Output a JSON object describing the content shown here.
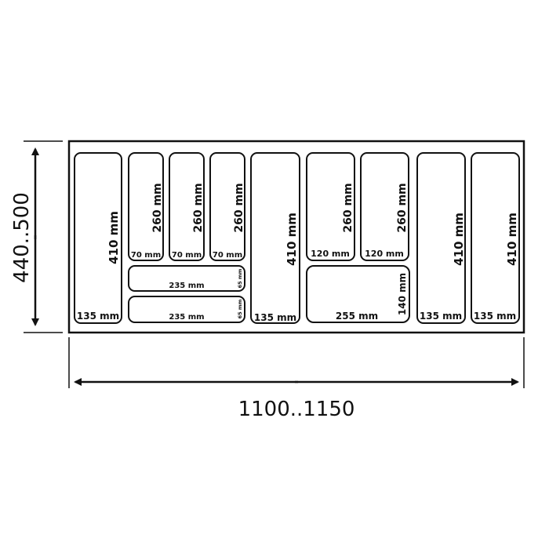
{
  "dimensions": {
    "width": "1100..1150",
    "depth": "440..500"
  },
  "compartments": {
    "left_long": {
      "length": "410 mm",
      "width": "135 mm"
    },
    "small_a": {
      "length": "260 mm",
      "width": "70 mm"
    },
    "small_b": {
      "length": "260 mm",
      "width": "70 mm"
    },
    "small_c": {
      "length": "260 mm",
      "width": "70 mm"
    },
    "horizontal_top": {
      "length": "235 mm",
      "width": "65 mm"
    },
    "horizontal_bottom": {
      "length": "235 mm",
      "width": "65 mm"
    },
    "middle_long": {
      "length": "410 mm",
      "width": "135 mm"
    },
    "small_d": {
      "length": "260 mm",
      "width": "120 mm"
    },
    "small_e": {
      "length": "260 mm",
      "width": "120 mm"
    },
    "wide_bottom": {
      "length": "255 mm",
      "width": "140 mm"
    },
    "right_long_a": {
      "length": "410 mm",
      "width": "135 mm"
    },
    "right_long_b": {
      "length": "410 mm",
      "width": "135 mm"
    }
  }
}
